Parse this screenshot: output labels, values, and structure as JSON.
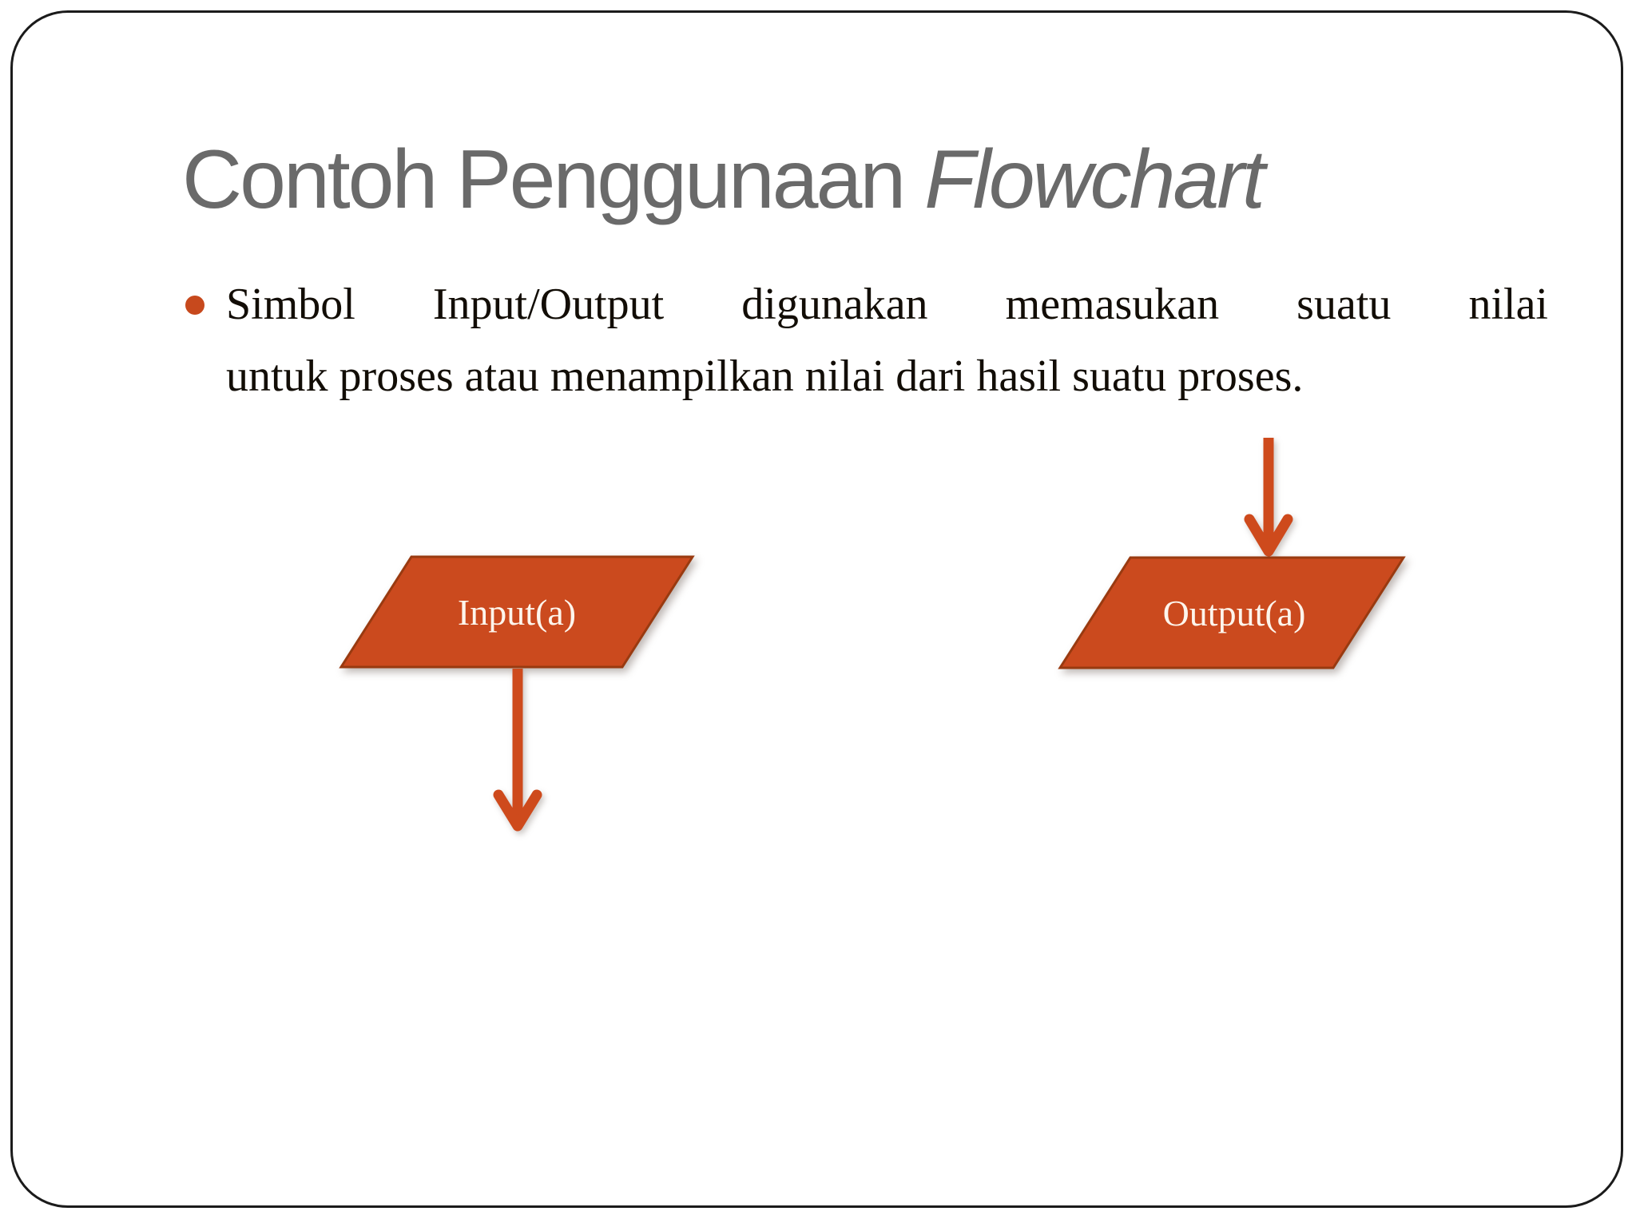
{
  "slide": {
    "title": {
      "regular": "Contoh Penggunaan ",
      "italic": "Flowchart"
    },
    "bullet": {
      "line1": "Simbol Input/Output digunakan memasukan suatu nilai",
      "line2": "untuk proses atau menampilkan nilai dari hasil suatu proses."
    },
    "shapes": {
      "input_label": "Input(a)",
      "output_label": "Output(a)"
    },
    "colors": {
      "accent_fill": "#cb4a1e",
      "accent_border": "#993a10",
      "arrow": "#ce4a1c",
      "title_gray": "#6a6a6a",
      "body_text": "#120d06",
      "shape_text": "#fdf5ec",
      "slide_border": "#1b1b1b"
    }
  }
}
